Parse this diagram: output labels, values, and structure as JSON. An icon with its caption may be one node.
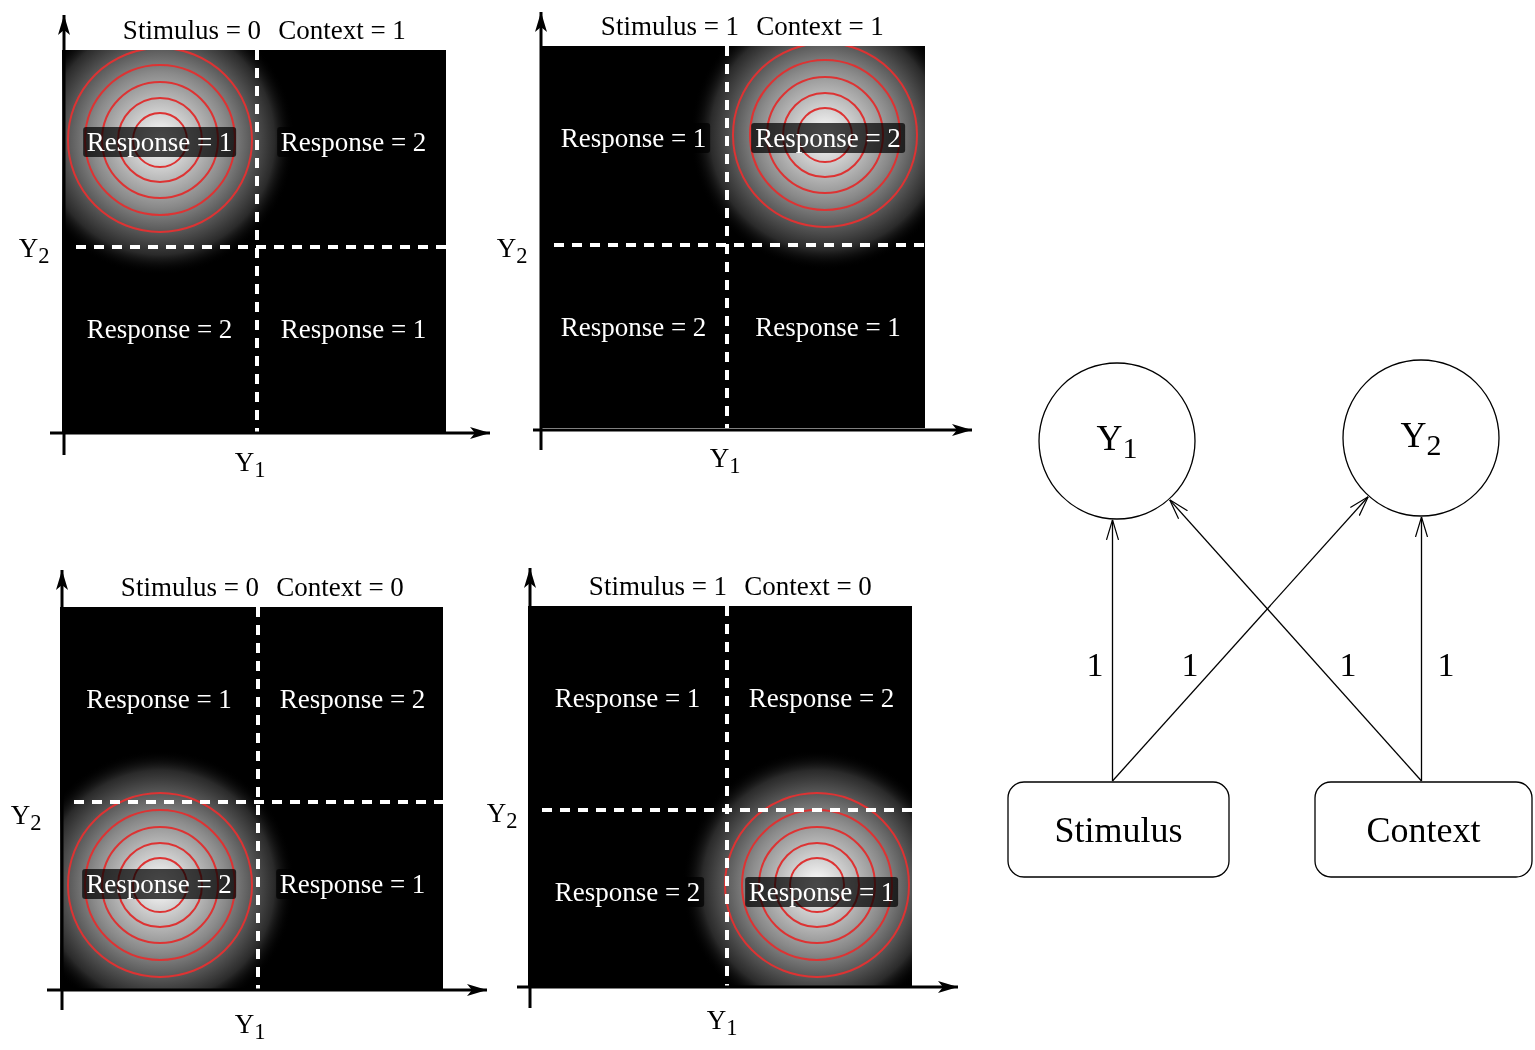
{
  "diagram": {
    "nodes": [
      {
        "text": [
          "Y$_{1}$"
        ]
      },
      {
        "text": [
          "Y$_{2}$"
        ]
      },
      {
        "text": [
          "Stimulus"
        ]
      },
      {
        "text": [
          "Context"
        ]
      }
    ],
    "edges": [
      {
        "from": 2,
        "to": 0,
        "arrow": "to",
        "label": "1"
      },
      {
        "from": 2,
        "to": 1,
        "arrow": "to",
        "label": "1"
      },
      {
        "from": 3,
        "to": 0,
        "arrow": "to",
        "label": "1"
      },
      {
        "from": 3,
        "to": 1,
        "arrow": "to",
        "label": "1"
      }
    ],
    "labels": [
      "Stimulus = 0",
      "Context = 1",
      "Response = 1",
      "Response = 2",
      "Y$_{2}$",
      "Response = 2",
      "Response = 1",
      "Y$_{1}$",
      "Stimulus = 1",
      "Context = 1",
      "Response = 1",
      "Response = 2",
      "Y$_{2}$",
      "Response = 2",
      "Response = 1",
      "Y$_{1}$",
      "Stimulus = 0",
      "Context = 0",
      "Response = 1",
      "Response = 2",
      "Y$_{2}$",
      "Response = 2",
      "Response = 1",
      "Y$_{1}$",
      "Stimulus = 1",
      "Context = 0",
      "Response = 1",
      "Response = 2",
      "Y$_{2}$",
      "Response = 2",
      "Response = 1",
      "Y$_{1}$"
    ]
  }
}
